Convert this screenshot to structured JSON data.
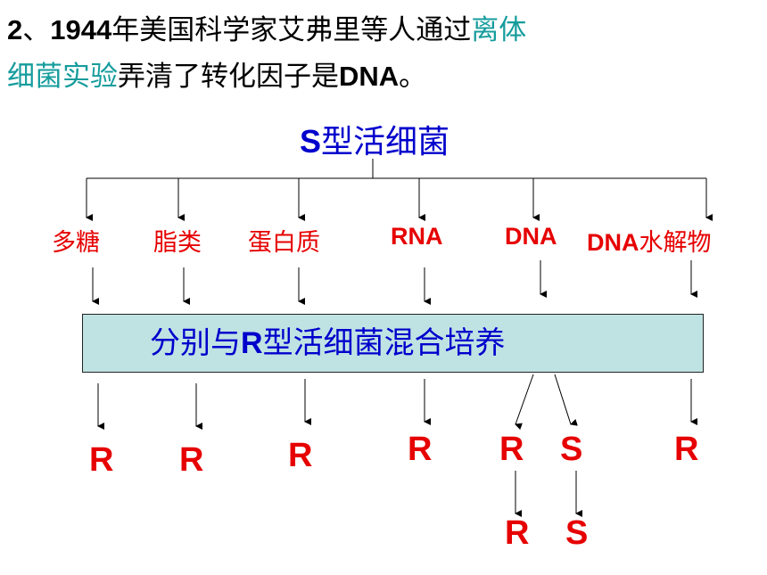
{
  "heading": {
    "number": "2",
    "sep": "、",
    "year": "1944",
    "text1": "年美国科学家艾弗里等人通过",
    "highlight1": "离体",
    "highlight2": "细菌实验",
    "text2": "弄清了转化因子是",
    "dna": "DNA",
    "end": "。"
  },
  "root": {
    "letter": "S",
    "text": "型活细菌"
  },
  "components": [
    "多糖",
    "脂类",
    "蛋白质",
    "RNA",
    "DNA",
    "DNA水解物"
  ],
  "component_last_text": "水解物",
  "process": {
    "pre": "分别与",
    "letter": "R",
    "post": "型活细菌混合培养"
  },
  "results": [
    "R",
    "R",
    "R",
    "R",
    "R",
    "S",
    "R"
  ],
  "next_results": [
    "R",
    "S"
  ],
  "colors": {
    "teal": "#169c9c",
    "blue": "#0000cc",
    "red": "#e60000",
    "box": "#bfe3e3"
  }
}
